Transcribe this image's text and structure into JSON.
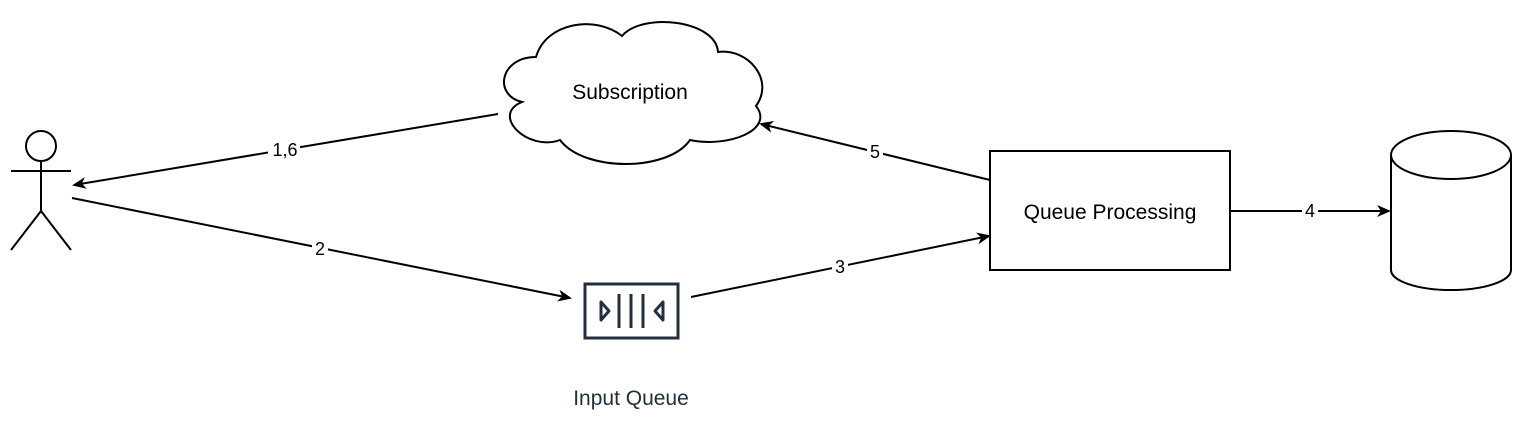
{
  "nodes": {
    "subscription": {
      "label": "Subscription"
    },
    "queue_processing": {
      "label": "Queue Processing"
    },
    "input_queue": {
      "label": "Input Queue"
    }
  },
  "edges": [
    {
      "id": "edge-subscription-to-actor",
      "label": "1,6"
    },
    {
      "id": "edge-actor-to-queue",
      "label": "2"
    },
    {
      "id": "edge-queue-to-processing",
      "label": "3"
    },
    {
      "id": "edge-processing-to-database",
      "label": "4"
    },
    {
      "id": "edge-processing-to-subscription",
      "label": "5"
    }
  ],
  "colors": {
    "stroke": "#000000",
    "queue_icon": "#232f3e",
    "background": "#ffffff"
  },
  "icons": {
    "actor": "stick-figure-icon",
    "queue": "queue-icon",
    "database": "database-cylinder-icon"
  }
}
